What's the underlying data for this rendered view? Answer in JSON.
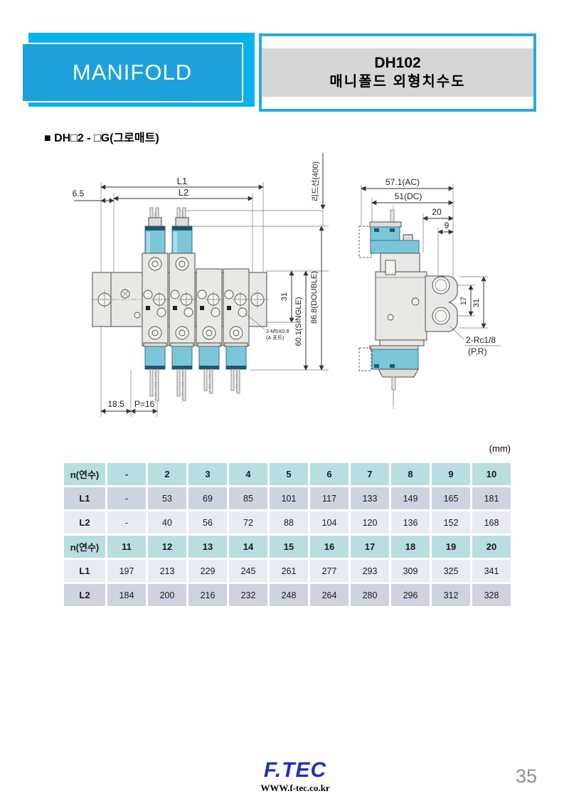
{
  "header": {
    "category_title": "MANIFOLD",
    "model": "DH102",
    "model_subtitle": "매니폴드 외형치수도"
  },
  "section": {
    "title": "■ DH□2 - □G(그로매트)"
  },
  "drawing": {
    "front_view": {
      "dim_l1": "L1",
      "dim_l2": "L2",
      "dim_left_offset": "6.5",
      "lead_wire": "리드선(400)",
      "dim_rail_height": "31",
      "dim_single": "60.1(SINGLE)",
      "dim_double": "86.8(DOUBLE)",
      "dim_end": "18.5",
      "dim_pitch": "P=16",
      "note_a_port_line1": "2-M5X0.8",
      "note_a_port_line2": "(A 포트)"
    },
    "side_view": {
      "dim_ac": "57.1(AC)",
      "dim_dc": "51(DC)",
      "dim_20": "20",
      "dim_9": "9",
      "dim_17": "17",
      "dim_31": "31",
      "note_pr_line1": "2-Rc1/8",
      "note_pr_line2": "(P,R)"
    }
  },
  "table": {
    "unit": "(mm)",
    "rows": [
      {
        "label": "n(연수)",
        "values": [
          "-",
          "2",
          "3",
          "4",
          "5",
          "6",
          "7",
          "8",
          "9",
          "10"
        ]
      },
      {
        "label": "L1",
        "values": [
          "-",
          "53",
          "69",
          "85",
          "101",
          "117",
          "133",
          "149",
          "165",
          "181"
        ]
      },
      {
        "label": "L2",
        "values": [
          "-",
          "40",
          "56",
          "72",
          "88",
          "104",
          "120",
          "136",
          "152",
          "168"
        ]
      },
      {
        "label": "n(연수)",
        "values": [
          "11",
          "12",
          "13",
          "14",
          "15",
          "16",
          "17",
          "18",
          "19",
          "20"
        ]
      },
      {
        "label": "L1",
        "values": [
          "197",
          "213",
          "229",
          "245",
          "261",
          "277",
          "293",
          "309",
          "325",
          "341"
        ]
      },
      {
        "label": "L2",
        "values": [
          "184",
          "200",
          "216",
          "232",
          "248",
          "264",
          "280",
          "296",
          "312",
          "328"
        ]
      }
    ]
  },
  "footer": {
    "logo": "F.TEC",
    "website": "WWW.f-tec.co.kr",
    "page_number": "35"
  },
  "colors": {
    "accent_cyan": "#27a9e0",
    "header_front": "#1da1dc",
    "header_back": "#06b3ef",
    "table_header": "#b8dee2",
    "table_row_dark": "#cdd3e1",
    "table_row_light": "#e9ebf3",
    "valve_coil": "#7cc6da",
    "logo_blue": "#1f2ec9"
  }
}
